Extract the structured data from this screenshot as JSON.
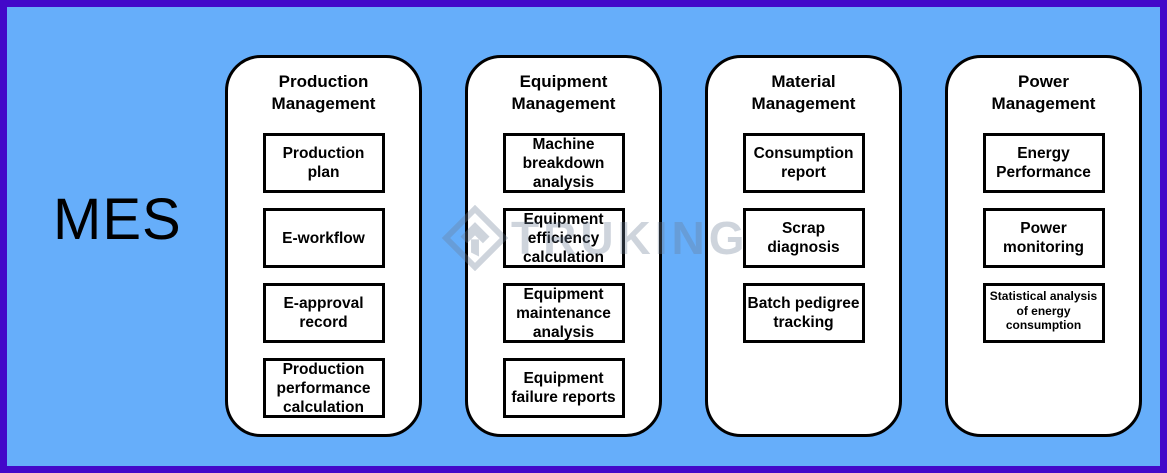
{
  "diagram": {
    "root_label": "MES"
  },
  "watermark": {
    "text": "TRUKING",
    "logo_icon": "truking-logo"
  },
  "colors": {
    "background": "#66AEFA",
    "frame_border": "#4309C9",
    "panel_background": "#FFFFFF",
    "line": "#000000",
    "text": "#000000",
    "watermark": "rgba(105,125,150,0.33)"
  },
  "panels": [
    {
      "title": "Production Management",
      "items": [
        {
          "label": "Production plan"
        },
        {
          "label": "E-workflow"
        },
        {
          "label": "E-approval record"
        },
        {
          "label": "Production performance calculation"
        }
      ]
    },
    {
      "title": "Equipment Management",
      "items": [
        {
          "label": "Machine breakdown analysis"
        },
        {
          "label": "Equipment efficiency calculation"
        },
        {
          "label": "Equipment maintenance analysis"
        },
        {
          "label": "Equipment failure reports"
        }
      ]
    },
    {
      "title": "Material Management",
      "items": [
        {
          "label": "Consumption report"
        },
        {
          "label": "Scrap diagnosis"
        },
        {
          "label": "Batch pedigree tracking"
        }
      ]
    },
    {
      "title": "Power Management",
      "items": [
        {
          "label": "Energy Performance"
        },
        {
          "label": "Power monitoring"
        },
        {
          "label": "Statistical analysis of energy consumption",
          "small": true
        }
      ]
    }
  ]
}
